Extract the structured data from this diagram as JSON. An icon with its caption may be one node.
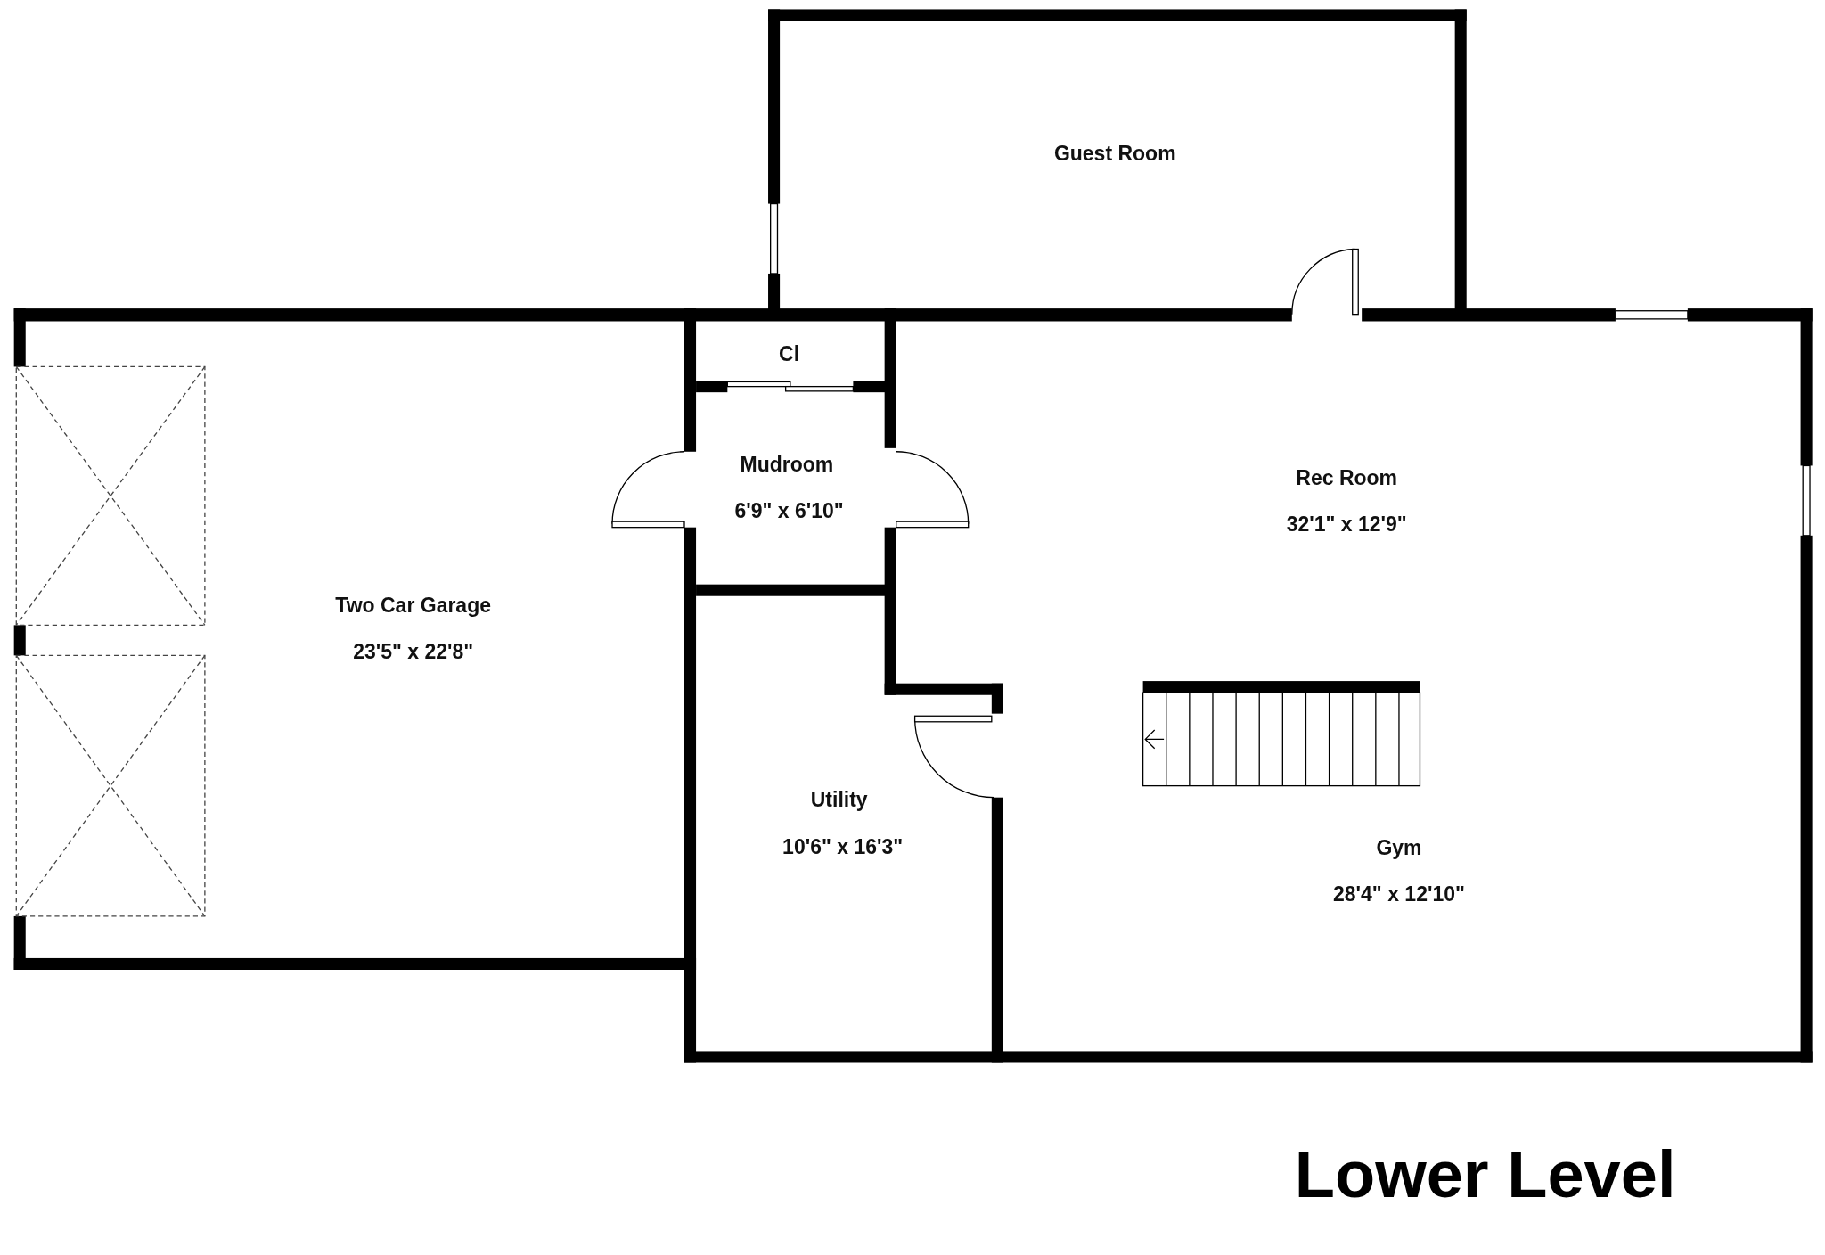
{
  "diagram": {
    "title": "Lower Level",
    "labels": [
      "Guest Room",
      "Cl",
      "Mudroom",
      "6'9\" x 6'10\"",
      "Rec Room",
      "32'1\" x 12'9\"",
      "Two Car Garage",
      "23'5\" x 22'8\"",
      "Utility",
      "10'6\" x 16'3\"",
      "Gym",
      "28'4\" x 12'10\""
    ]
  }
}
